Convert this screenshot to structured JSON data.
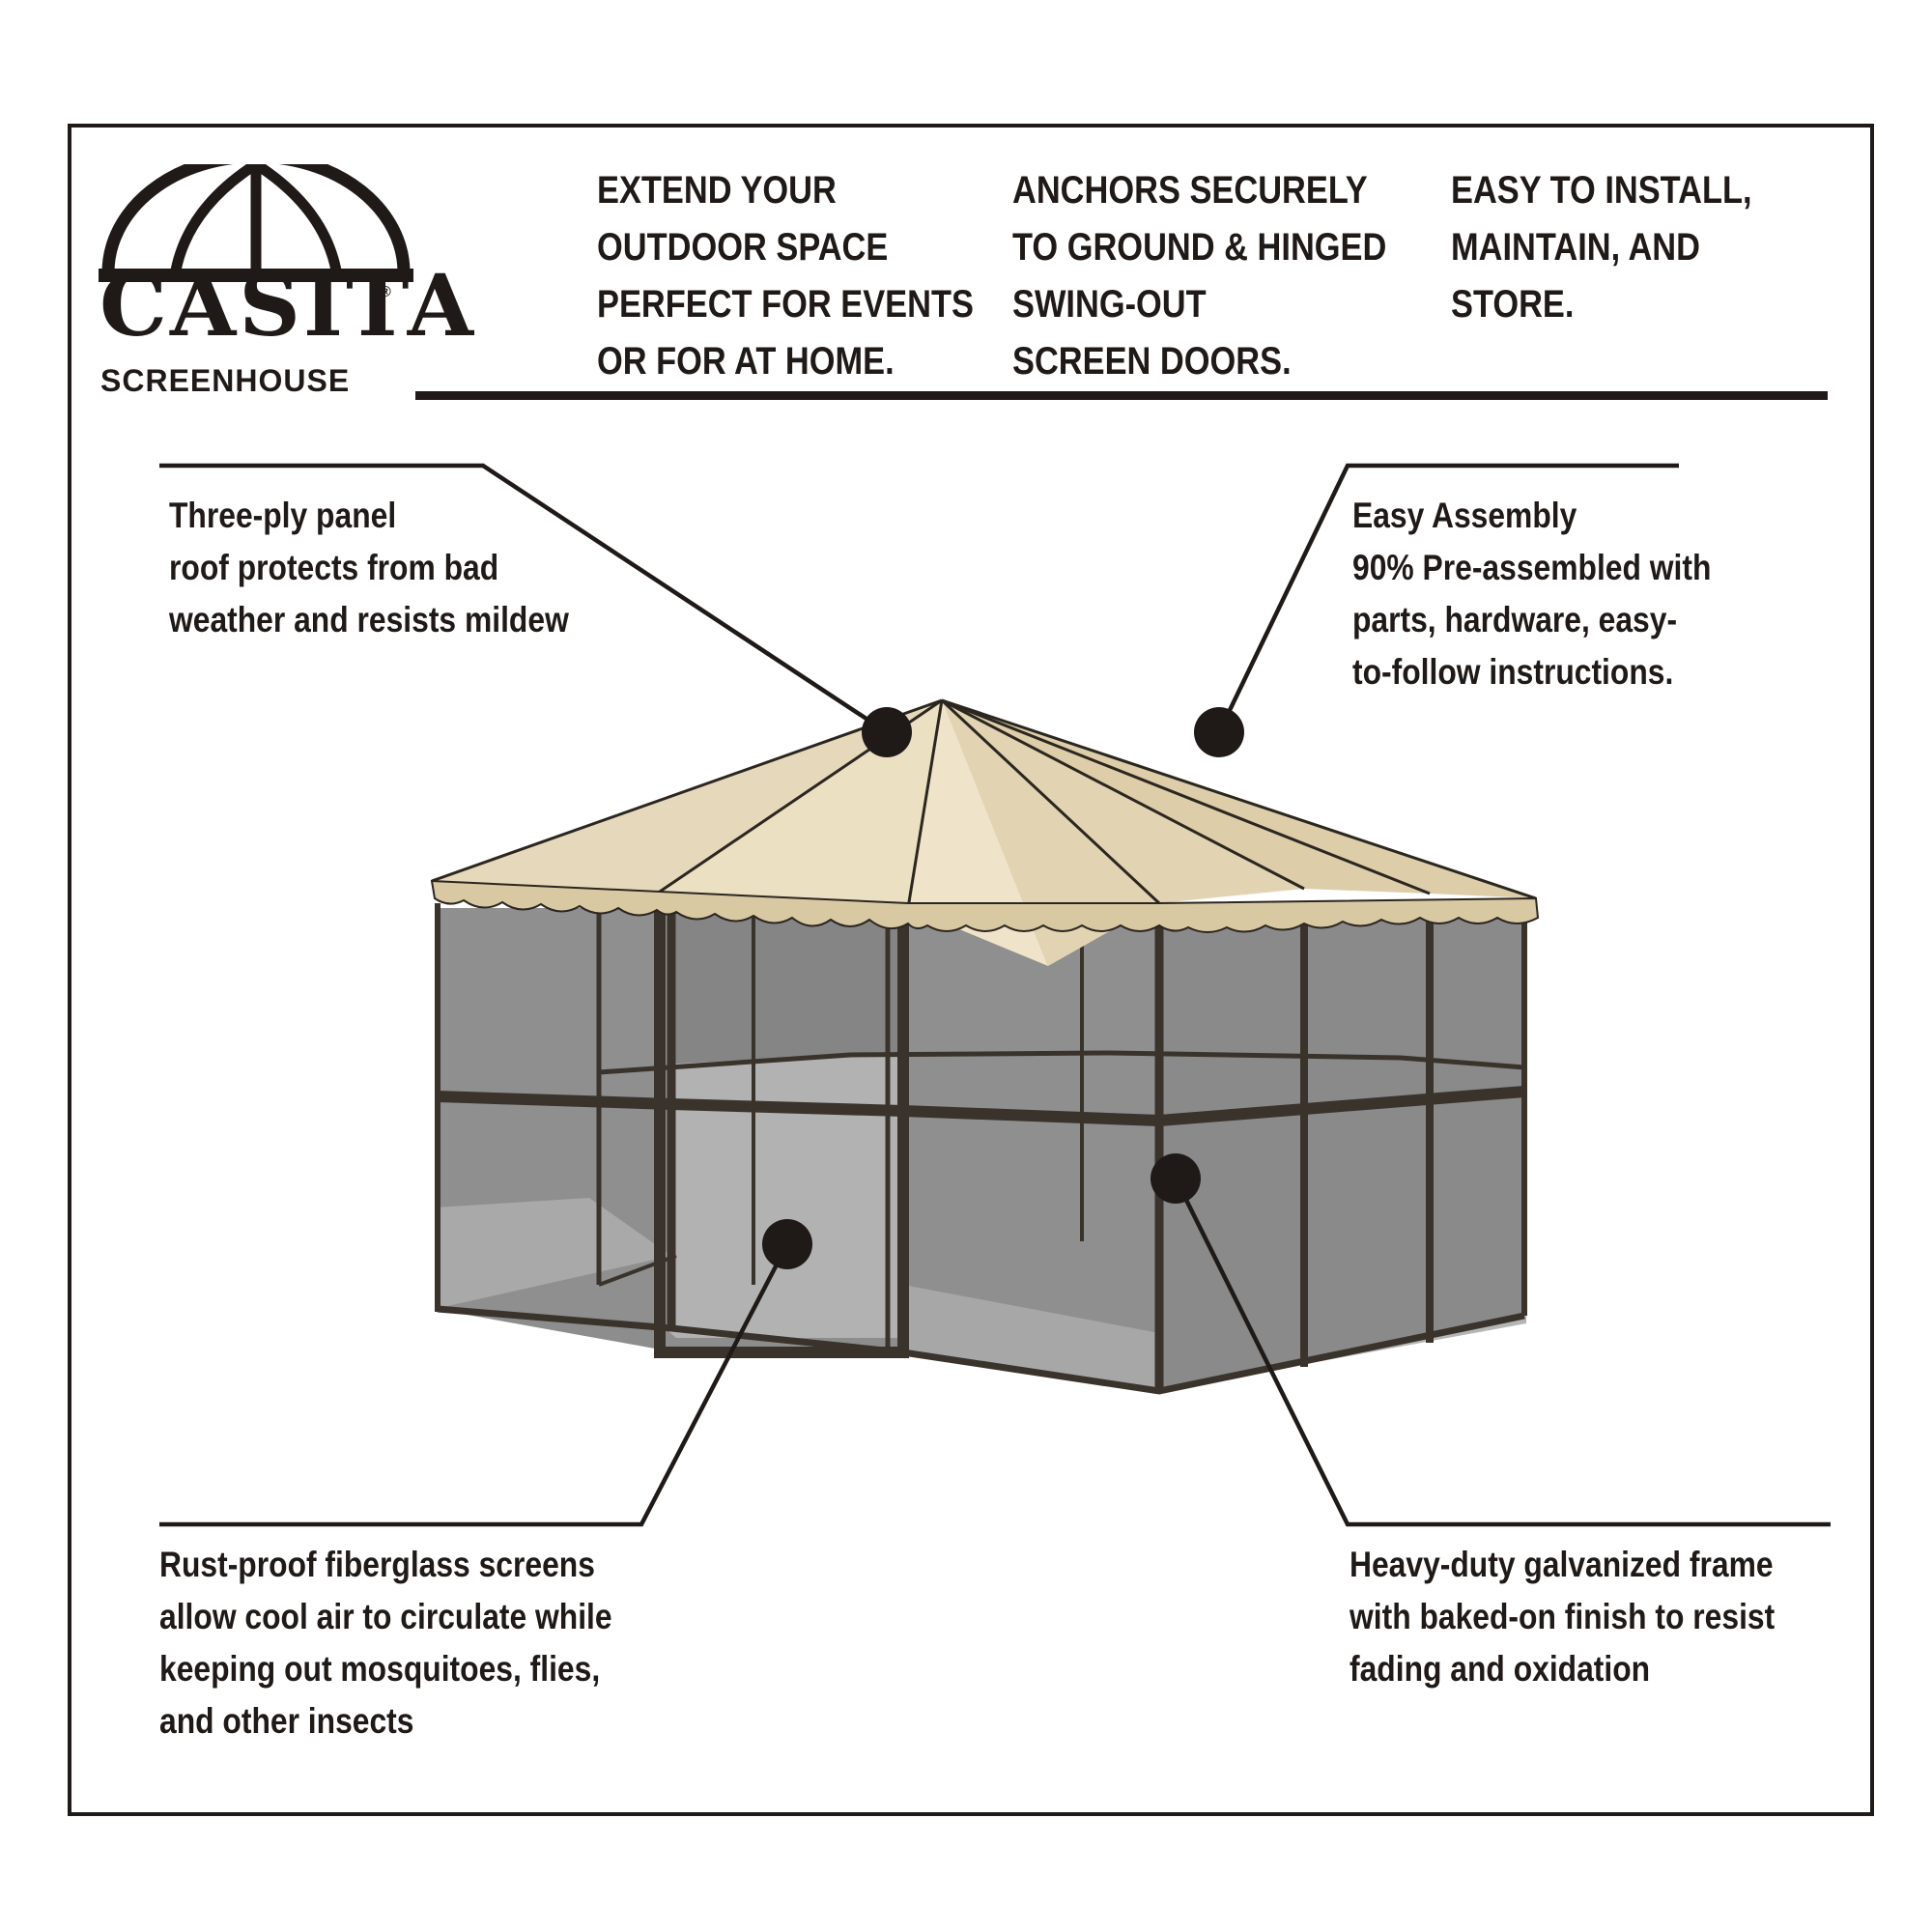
{
  "brand": {
    "name": "CASITA",
    "registered": "®",
    "subtitle": "SCREENHOUSE"
  },
  "headlines": [
    {
      "lines": [
        "EXTEND YOUR",
        "OUTDOOR SPACE",
        "PERFECT FOR EVENTS",
        "OR FOR AT HOME."
      ]
    },
    {
      "lines": [
        "ANCHORS SECURELY",
        "TO GROUND & HINGED",
        "SWING-OUT",
        "SCREEN DOORS."
      ]
    },
    {
      "lines": [
        "EASY TO INSTALL,",
        "MAINTAIN, AND",
        "STORE."
      ]
    }
  ],
  "callouts": {
    "roof": {
      "lines": [
        "Three-ply panel",
        "roof protects from bad",
        "weather and resists mildew"
      ]
    },
    "assembly": {
      "lines": [
        "Easy Assembly",
        "90% Pre-assembled with",
        "parts, hardware, easy-",
        "to-follow instructions."
      ]
    },
    "screens": {
      "lines": [
        "Rust-proof fiberglass screens",
        "allow cool air to circulate while",
        "keeping out mosquitoes, flies,",
        "and other insects"
      ]
    },
    "frame": {
      "lines": [
        "Heavy-duty galvanized frame",
        "with baked-on finish to resist",
        "fading and oxidation"
      ]
    }
  },
  "colors": {
    "ink": "#1f1a17",
    "roof": "#e8dcc0",
    "roof_shade": "#d9c9a3",
    "frame_metal": "#3a332c",
    "screen": "#8d8d8d",
    "screen_dark": "#6f6f6f",
    "floor": "#b5b5b5"
  }
}
